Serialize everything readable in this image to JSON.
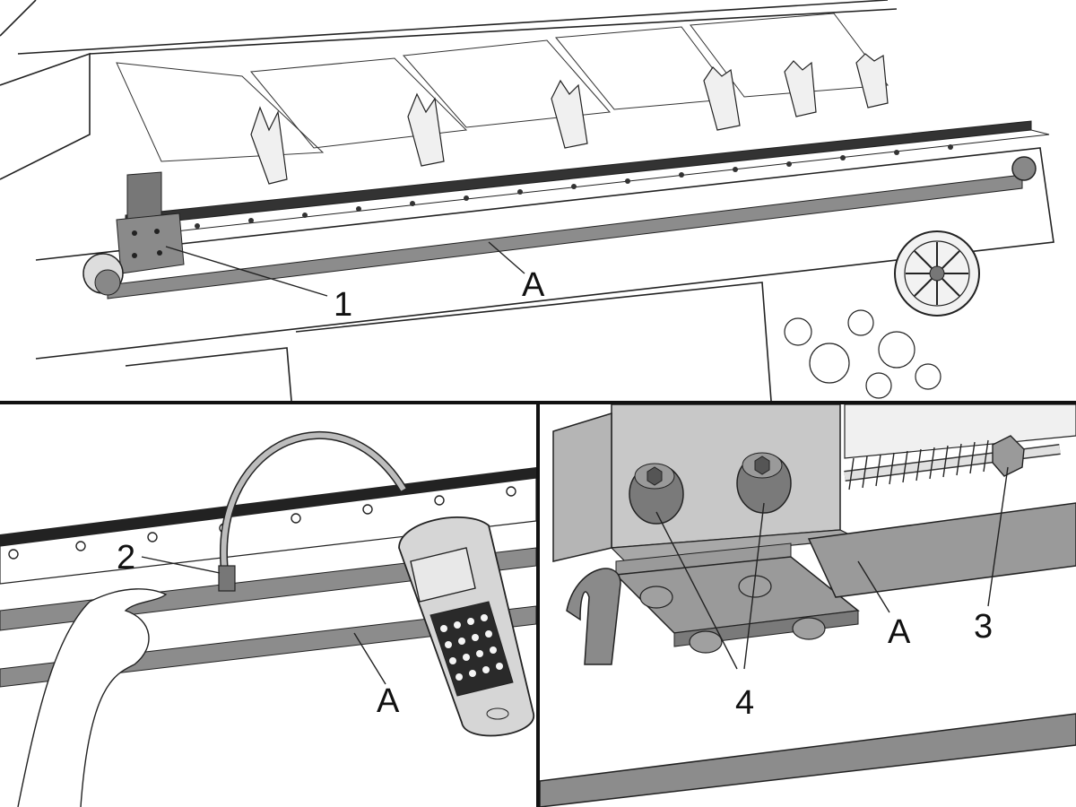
{
  "colors": {
    "line": "#222222",
    "rail": "#8c8c8c",
    "block": "#9a9a9a",
    "block_dark": "#6e6e6e",
    "panel_fill": "#f4f4f4",
    "divider": "#111111"
  },
  "callouts": {
    "top": {
      "bracket": "1",
      "rail": "A"
    },
    "left": {
      "connector": "2",
      "rail": "A"
    },
    "right": {
      "spring": "3",
      "screws": "4",
      "rail": "A"
    }
  }
}
